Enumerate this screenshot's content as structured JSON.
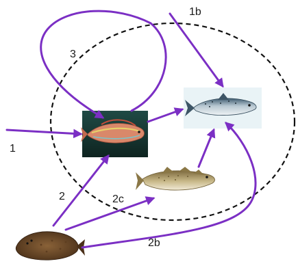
{
  "labels": {
    "one": "1",
    "one_b": "1b",
    "two": "2",
    "two_b": "2b",
    "two_c": "2c",
    "three": "3"
  },
  "colors": {
    "arrow": "#7b2fc4",
    "ellipse": "#111111"
  },
  "nodes": {
    "wrasse": "wrasse-fish-photo",
    "salmon": "salmon-photo",
    "cod": "cod-photo",
    "halibut": "halibut-photo"
  }
}
